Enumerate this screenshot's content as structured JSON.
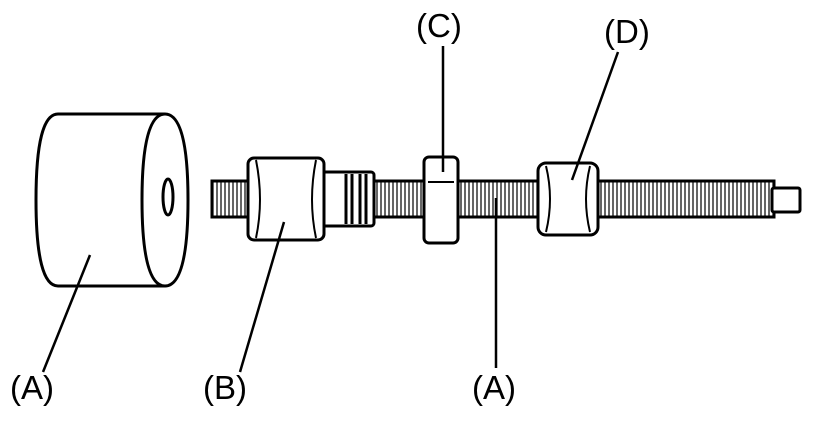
{
  "labels": {
    "cup": "(A)",
    "nut_b": "(B)",
    "washer_c": "(C)",
    "nut_d": "(D)",
    "rod": "(A)"
  },
  "colors": {
    "ink": "#000000",
    "part_fill": "#ffffff",
    "background": "#ffffff"
  }
}
